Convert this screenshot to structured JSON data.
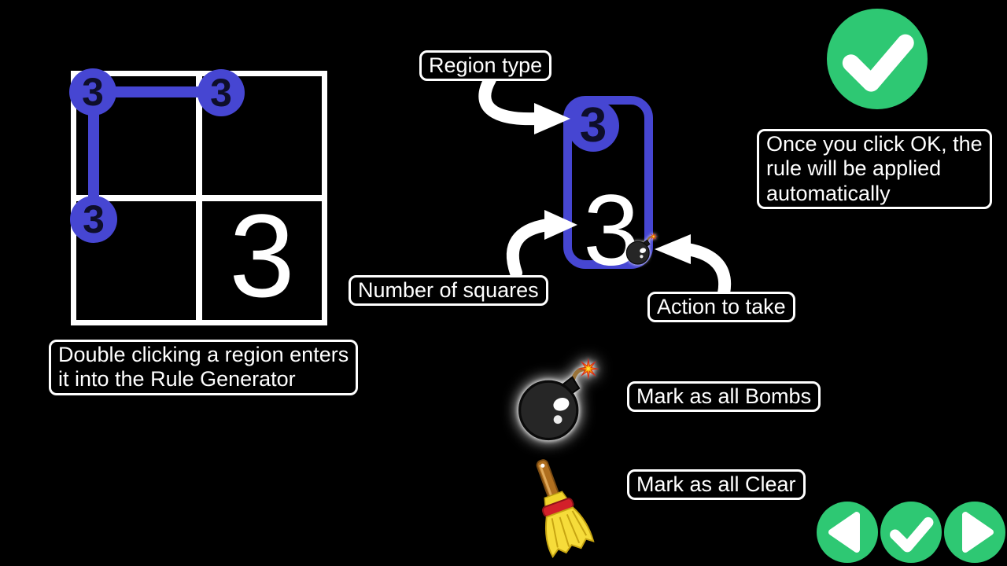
{
  "colors": {
    "background": "#000000",
    "region_blue": "#4646d2",
    "accent_green": "#2ec873",
    "text_white": "#ffffff"
  },
  "grid_demo": {
    "markers": [
      "3",
      "3",
      "3"
    ],
    "cell_value": "3",
    "caption_lines": [
      "Double clicking a region enters",
      "it into the Rule Generator"
    ]
  },
  "rule_panel": {
    "region_type_value": "3",
    "count_value": "3"
  },
  "callouts": {
    "region_type": "Region type",
    "number_of_squares": "Number of squares",
    "action_to_take": "Action to take"
  },
  "ok_hint_lines": [
    "Once you click OK, the",
    "rule will be applied",
    "automatically"
  ],
  "actions": {
    "bombs": {
      "icon": "bomb-icon",
      "label": "Mark as all Bombs"
    },
    "clear": {
      "icon": "broom-icon",
      "label": "Mark as all Clear"
    }
  },
  "nav": {
    "ok": "check-circle-icon",
    "prev": "chevron-left-icon",
    "confirm": "check-icon",
    "next": "chevron-right-icon"
  }
}
